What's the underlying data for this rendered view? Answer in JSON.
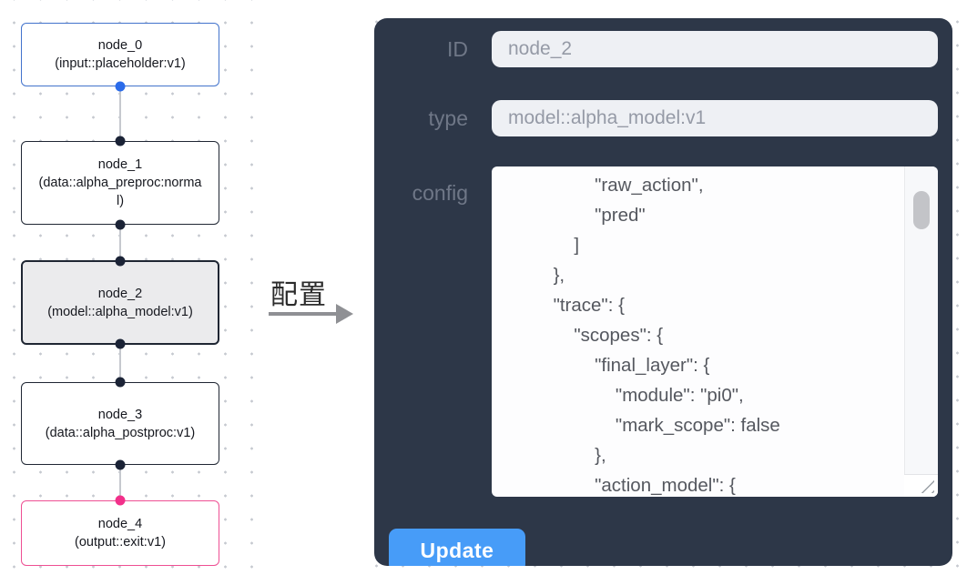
{
  "flow": {
    "nodes": [
      {
        "title": "node_0",
        "subtitle": "(input::placeholder:v1)"
      },
      {
        "title": "node_1",
        "subtitle": "(data::alpha_preproc:normal)"
      },
      {
        "title": "node_2",
        "subtitle": "(model::alpha_model:v1)"
      },
      {
        "title": "node_3",
        "subtitle": "(data::alpha_postproc:v1)"
      },
      {
        "title": "node_4",
        "subtitle": "(output::exit:v1)"
      }
    ]
  },
  "transition": {
    "label": "配置"
  },
  "panel": {
    "id_label": "ID",
    "id_value": "node_2",
    "type_label": "type",
    "type_value": "model::alpha_model:v1",
    "config_label": "config",
    "config_lines": [
      "                \"raw_action\",",
      "                \"pred\"",
      "            ]",
      "        },",
      "        \"trace\": {",
      "            \"scopes\": {",
      "                \"final_layer\": {",
      "                    \"module\": \"pi0\",",
      "                    \"mark_scope\": false",
      "                },",
      "                \"action_model\": {"
    ],
    "update_label": "Update"
  },
  "colors": {
    "panel_bg": "#2d3748",
    "field_bg": "#eef0f4",
    "button_bg": "#479cf8",
    "node_border": "#1f2633",
    "node_input_border": "#4273cc",
    "node_output_border": "#ee4f93",
    "node_selected_bg": "#ebebed",
    "port_dark": "#1b2336",
    "port_blue": "#2a6bea",
    "port_pink": "#f2308a",
    "edge": "#c6c9cf",
    "config_text": "#55585f",
    "label_text": "#6f7787",
    "value_text": "#959aa6",
    "arrow": "#8f9094"
  }
}
